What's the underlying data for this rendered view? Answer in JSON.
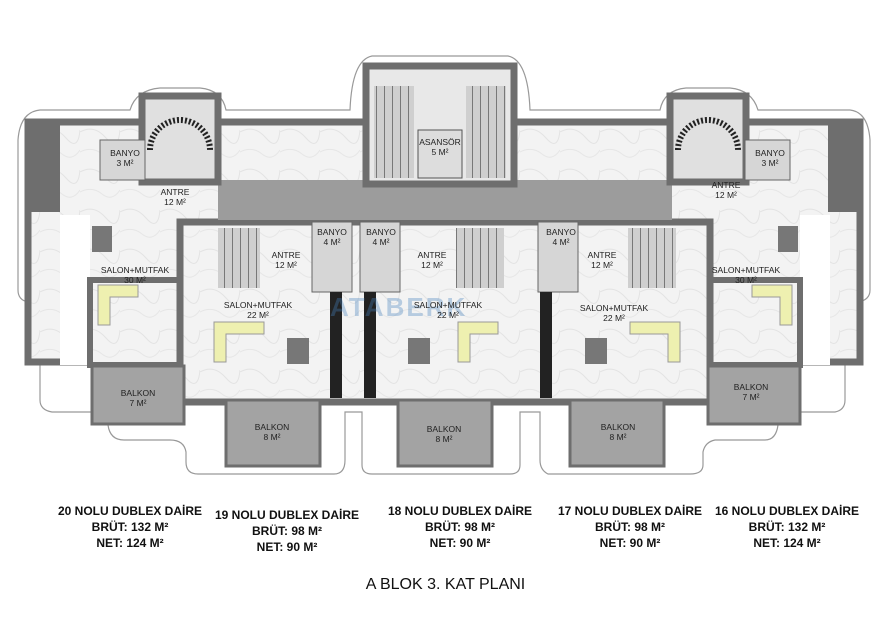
{
  "plan": {
    "title": "A BLOK 3. KAT PLANI",
    "watermark": "ATABERK",
    "core": {
      "elevator": {
        "name": "ASANSÖR",
        "area": "5 M²"
      }
    },
    "rooms": [
      {
        "name": "BANYO",
        "area": "3 M²"
      },
      {
        "name": "ANTRE",
        "area": "12 M²"
      },
      {
        "name": "SALON+MUTFAK",
        "area": "30 M²"
      },
      {
        "name": "BALKON",
        "area": "7 M²"
      },
      {
        "name": "BANYO",
        "area": "4 M²"
      },
      {
        "name": "ANTRE",
        "area": "12 M²"
      },
      {
        "name": "SALON+MUTFAK",
        "area": "22 M²"
      },
      {
        "name": "BALKON",
        "area": "8 M²"
      },
      {
        "name": "BANYO",
        "area": "4 M²"
      },
      {
        "name": "ANTRE",
        "area": "12 M²"
      },
      {
        "name": "SALON+MUTFAK",
        "area": "22 M²"
      },
      {
        "name": "BALKON",
        "area": "8 M²"
      },
      {
        "name": "BANYO",
        "area": "4 M²"
      },
      {
        "name": "ANTRE",
        "area": "12 M²"
      },
      {
        "name": "SALON+MUTFAK",
        "area": "22 M²"
      },
      {
        "name": "BALKON",
        "area": "8 M²"
      },
      {
        "name": "BANYO",
        "area": "3 M²"
      },
      {
        "name": "ANTRE",
        "area": "12 M²"
      },
      {
        "name": "SALON+MUTFAK",
        "area": "30 M²"
      },
      {
        "name": "BALKON",
        "area": "7 M²"
      }
    ],
    "units": [
      {
        "name": "20 NOLU DUBLEX DAİRE",
        "gross": "BRÜT: 132 M²",
        "net": "NET: 124 M²"
      },
      {
        "name": "19 NOLU DUBLEX DAİRE",
        "gross": "BRÜT: 98 M²",
        "net": "NET: 90 M²"
      },
      {
        "name": "18 NOLU DUBLEX DAİRE",
        "gross": "BRÜT: 98 M²",
        "net": "NET: 90 M²"
      },
      {
        "name": "17 NOLU DUBLEX DAİRE",
        "gross": "BRÜT: 98 M²",
        "net": "NET: 90 M²"
      },
      {
        "name": "16 NOLU DUBLEX DAİRE",
        "gross": "BRÜT: 132 M²",
        "net": "NET: 124 M²"
      }
    ]
  }
}
